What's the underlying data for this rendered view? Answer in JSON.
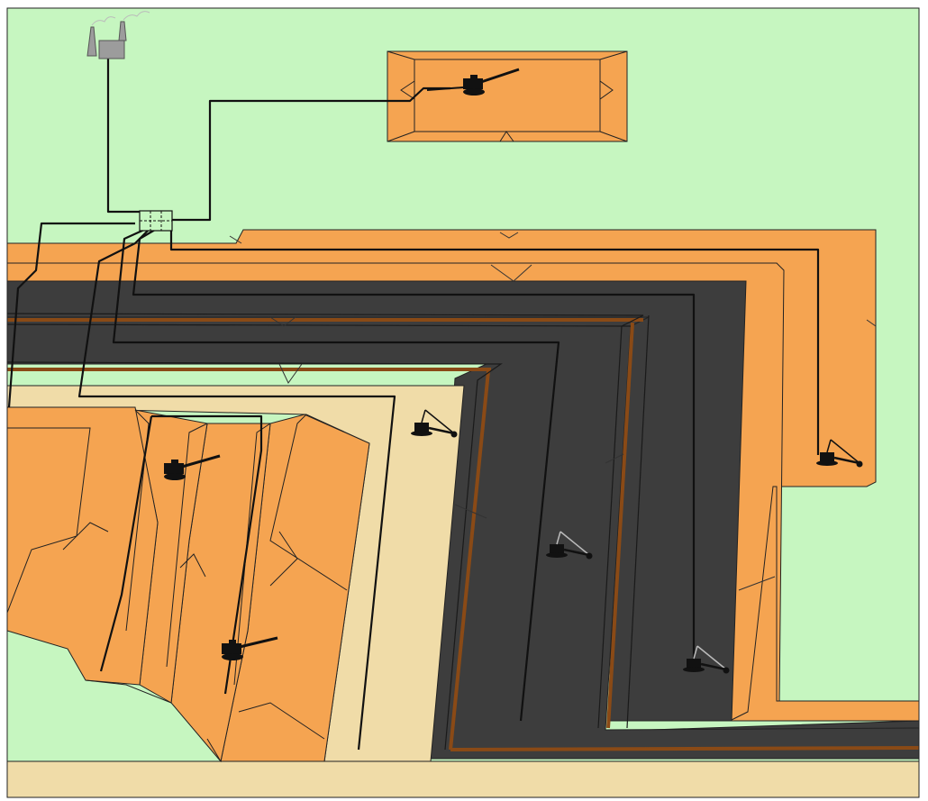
{
  "diagram": {
    "kind": "open-pit-mine-layout",
    "colors": {
      "ground": "#c6f6c0",
      "bench_orange": "#f5a451",
      "coal_seam": "#3d3d3d",
      "parting_brown": "#8a4a16",
      "floor_sand": "#f0dca8",
      "outline": "#222222",
      "cable": "#111111",
      "power_plant": "#9c9c9c"
    },
    "icons": {
      "power_plant": "factory-icon",
      "dragline": "dragline-icon",
      "shovel": "shovel-icon"
    },
    "equipment_counts": {
      "power_plant": 1,
      "draglines": 4,
      "shovels": 3,
      "substations": 1
    }
  }
}
